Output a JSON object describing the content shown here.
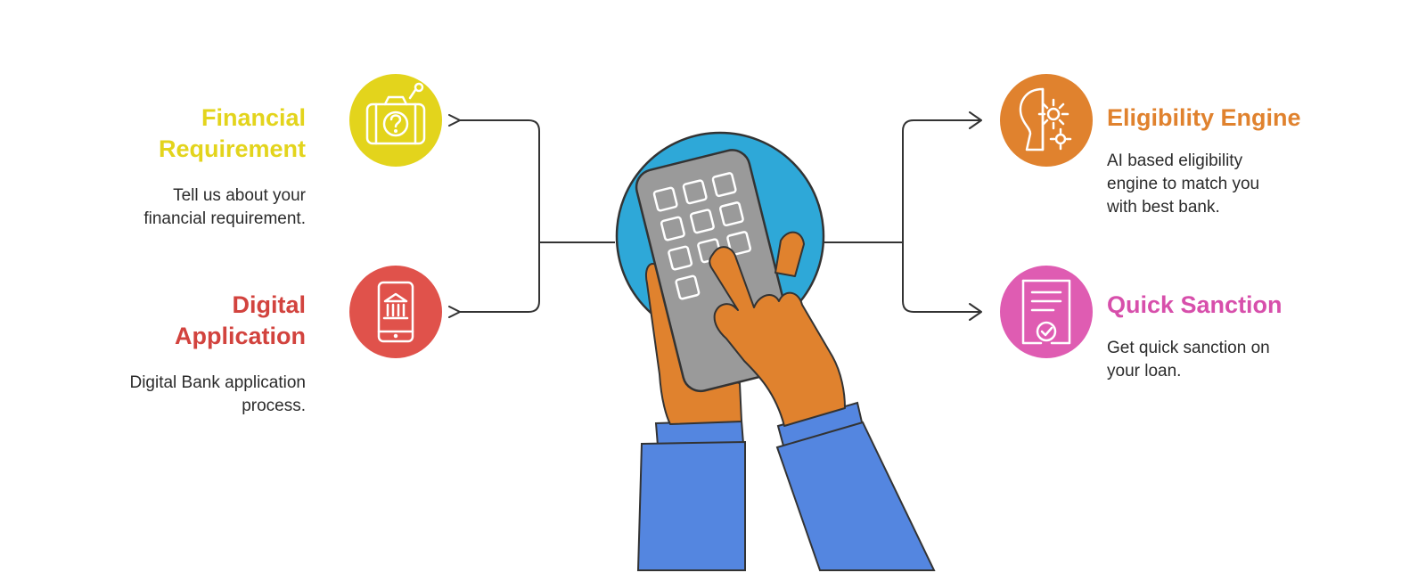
{
  "features": {
    "financial": {
      "title_line1": "Financial",
      "title_line2": "Requirement",
      "desc_line1": "Tell us about your",
      "desc_line2": "financial requirement.",
      "color": "#e3d41c",
      "icon": "camera-question-icon"
    },
    "digital": {
      "title_line1": "Digital",
      "title_line2": "Application",
      "desc_line1": "Digital Bank application",
      "desc_line2": "process.",
      "color": "#e0524b",
      "icon": "phone-bank-icon"
    },
    "eligibility": {
      "title": "Eligibility Engine",
      "desc_line1": "AI based eligibility",
      "desc_line2": "engine to match you",
      "desc_line3": "with best bank.",
      "color": "#e0822e",
      "icon": "head-gear-icon"
    },
    "sanction": {
      "title": "Quick Sanction",
      "desc_line1": "Get quick sanction on",
      "desc_line2": "your loan.",
      "color": "#df5cb2",
      "icon": "certificate-check-icon"
    }
  },
  "center": {
    "illustration": "hands-holding-calculator",
    "circle_color": "#2ea8d8",
    "hand_color": "#e0822e",
    "sleeve_color": "#5486e0",
    "calculator_color": "#9a9a9a"
  }
}
